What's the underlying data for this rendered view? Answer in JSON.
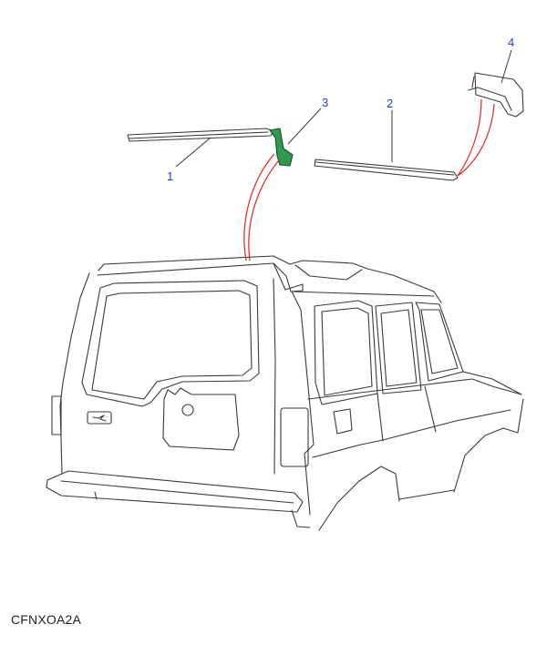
{
  "diagram": {
    "callouts": [
      {
        "id": "1",
        "label": "1"
      },
      {
        "id": "2",
        "label": "2"
      },
      {
        "id": "3",
        "label": "3"
      },
      {
        "id": "4",
        "label": "4"
      }
    ],
    "drawing_code": "CFNXOA2A",
    "colors": {
      "callout_text": "#2b3fd1",
      "leader_line": "#e0261f",
      "highlight_part": "#2f9a4e",
      "outline": "#3a3a3a"
    }
  }
}
